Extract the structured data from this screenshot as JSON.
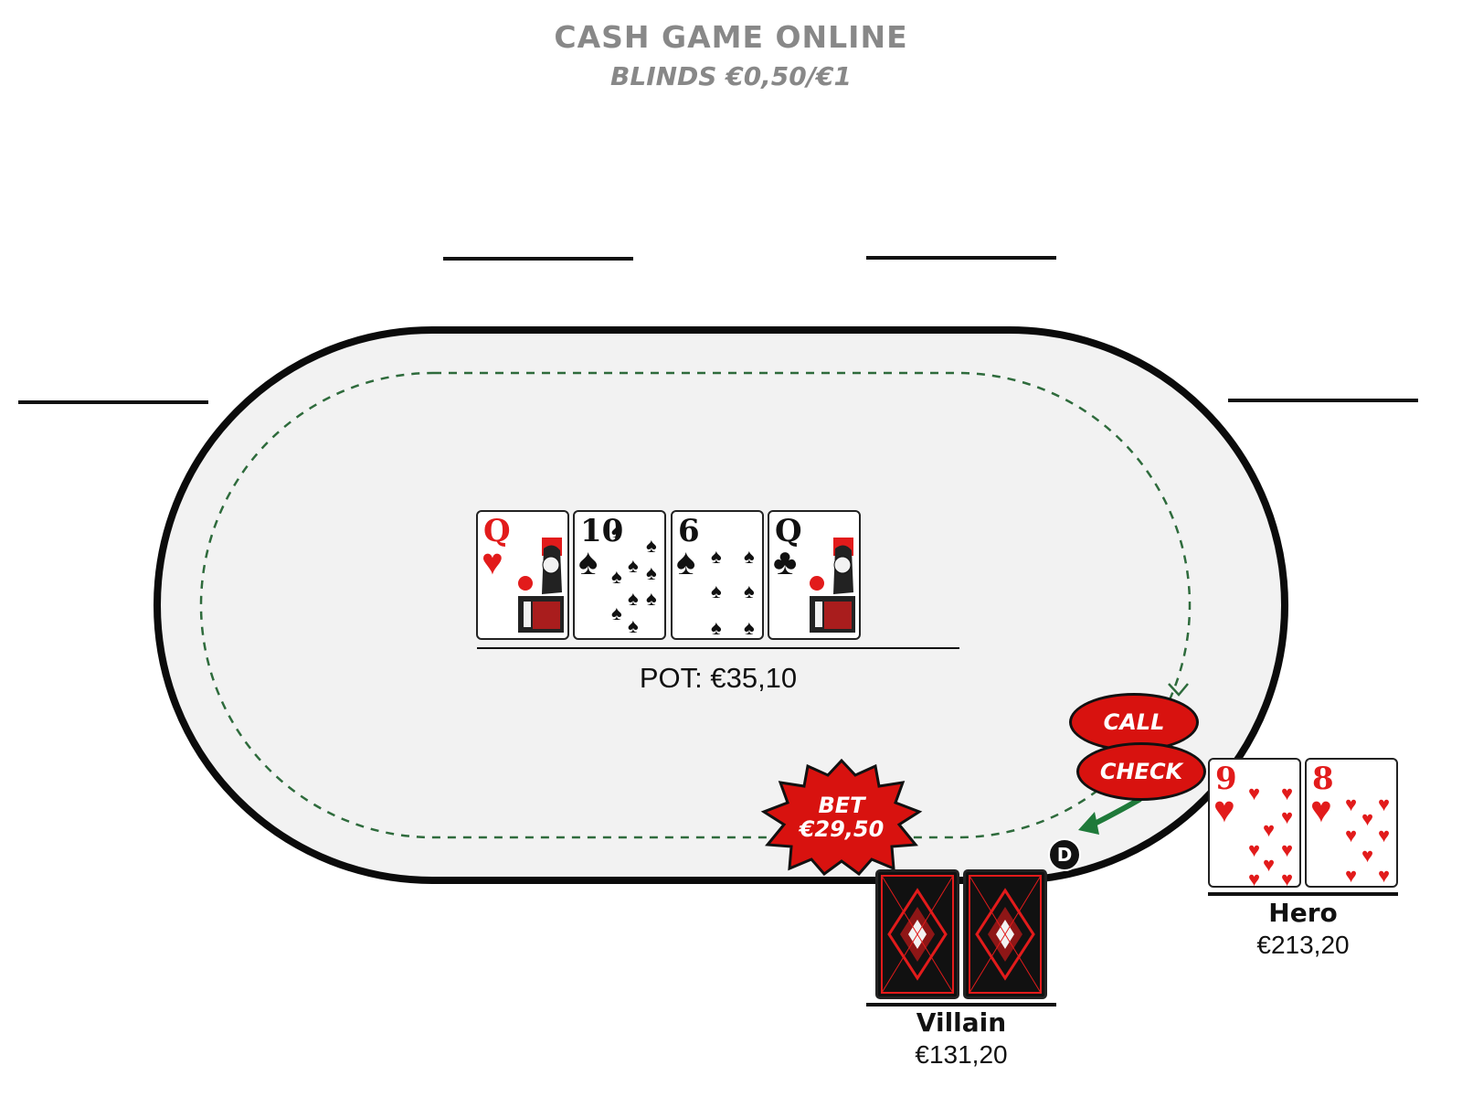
{
  "header": {
    "title": "CASH GAME ONLINE",
    "blinds": "BLINDS €0,50/€1"
  },
  "colors": {
    "table_felt": "#f2f2f2",
    "table_rim": "#0b0b0b",
    "track_green": "#2e6b3c",
    "arrow_green": "#1f7a3a",
    "action_red": "#d8120f",
    "suit_red": "#e21b1b",
    "header_gray": "#888888"
  },
  "board": {
    "cards": [
      {
        "rank": "Q",
        "suit": "hearts",
        "symbol": "♥",
        "color": "red"
      },
      {
        "rank": "10",
        "suit": "spades",
        "symbol": "♠",
        "color": "black"
      },
      {
        "rank": "6",
        "suit": "spades",
        "symbol": "♠",
        "color": "black"
      },
      {
        "rank": "Q",
        "suit": "clubs",
        "symbol": "♣",
        "color": "black"
      }
    ]
  },
  "pot": {
    "label": "POT: €35,10"
  },
  "actions": {
    "call": "CALL",
    "check": "CHECK",
    "bet_line1": "BET",
    "bet_line2": "€29,50"
  },
  "dealer_button": "D",
  "players": {
    "hero": {
      "name": "Hero",
      "stack": "€213,20",
      "cards": [
        {
          "rank": "9",
          "suit": "hearts",
          "symbol": "♥",
          "color": "red"
        },
        {
          "rank": "8",
          "suit": "hearts",
          "symbol": "♥",
          "color": "red"
        }
      ]
    },
    "villain": {
      "name": "Villain",
      "stack": "€131,20",
      "cards": "face-down"
    }
  }
}
